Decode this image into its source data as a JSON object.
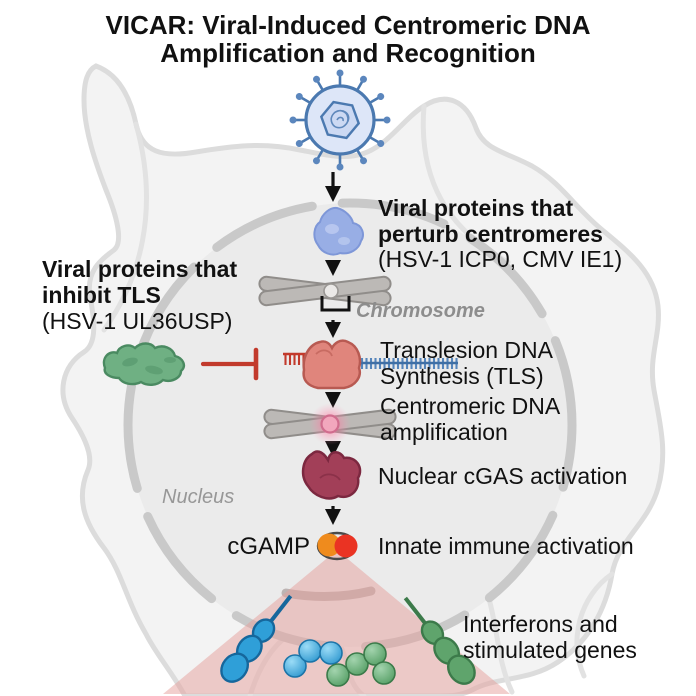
{
  "title": {
    "line1": "VICAR: Viral-Induced Centromeric DNA",
    "line2": "Amplification and Recognition"
  },
  "annotations": {
    "perturb_line1": "Viral proteins that",
    "perturb_line2": "perturb centromeres",
    "perturb_line3": "(HSV-1 ICP0, CMV IE1)",
    "inhibit_line1": "Viral proteins that",
    "inhibit_line2": "inhibit TLS",
    "inhibit_line3": "(HSV-1 UL36USP)",
    "chromosome": "Chromosome",
    "tls_line1": "Translesion DNA",
    "tls_line2": "Synthesis (TLS)",
    "amp_line1": "Centromeric DNA",
    "amp_line2": "amplification",
    "cgas": "Nuclear cGAS activation",
    "nucleus": "Nucleus",
    "cgamp": "cGAMP",
    "innate": "Innate immune activation",
    "isg_line1": "Interferons and",
    "isg_line2": "stimulated genes"
  },
  "icons": {
    "virus": "herpesvirus-particle-icon",
    "blue_blob": "viral-protein-blob-icon",
    "green_blob": "tls-inhibitor-protein-icon",
    "chromosome": "chromosome-icon",
    "polymerase": "tls-polymerase-on-dna-icon",
    "cgas_blob": "cgas-protein-icon",
    "cgamp_molecule": "cgamp-dinucleotide-icon",
    "inhibition_bar": "red-inhibition-tbar-icon",
    "signal_beam": "pink-signal-triangle",
    "receptors_and_cytokines": "interferon-receptor-and-cytokine-icons"
  },
  "colors": {
    "virus_stroke": "#4b79b0",
    "virus_fill": "#dde6f8",
    "capsid_fill": "#ccd9f3",
    "protein_blue": "#98aee5",
    "protein_green": "#6fb083",
    "inhibit_red": "#c23a2c",
    "polymerase_fill": "#e0857c",
    "polymerase_stroke": "#b85a52",
    "dna_red": "#c23a2c",
    "dna_blue": "#5585bb",
    "chromosome_gray": "#bcb9b6",
    "centromere_pink": "#f2a7bd",
    "cgas_maroon": "#a23f58",
    "cgas_stroke": "#7c2840",
    "cgamp_orange": "#ef8b1d",
    "cgamp_red": "#ea3323",
    "beam_pink": "#e5a09c",
    "isg_blue": "#2f9fd8",
    "isg_green": "#5fa46c",
    "cell_fill": "#f3f3f3",
    "cell_stroke": "#dcdcdc",
    "nucleus_fill": "#ebebeb",
    "nucleus_dash": "#c9c9c9",
    "label_gray": "#8d8d8d",
    "text_black": "#111111"
  }
}
